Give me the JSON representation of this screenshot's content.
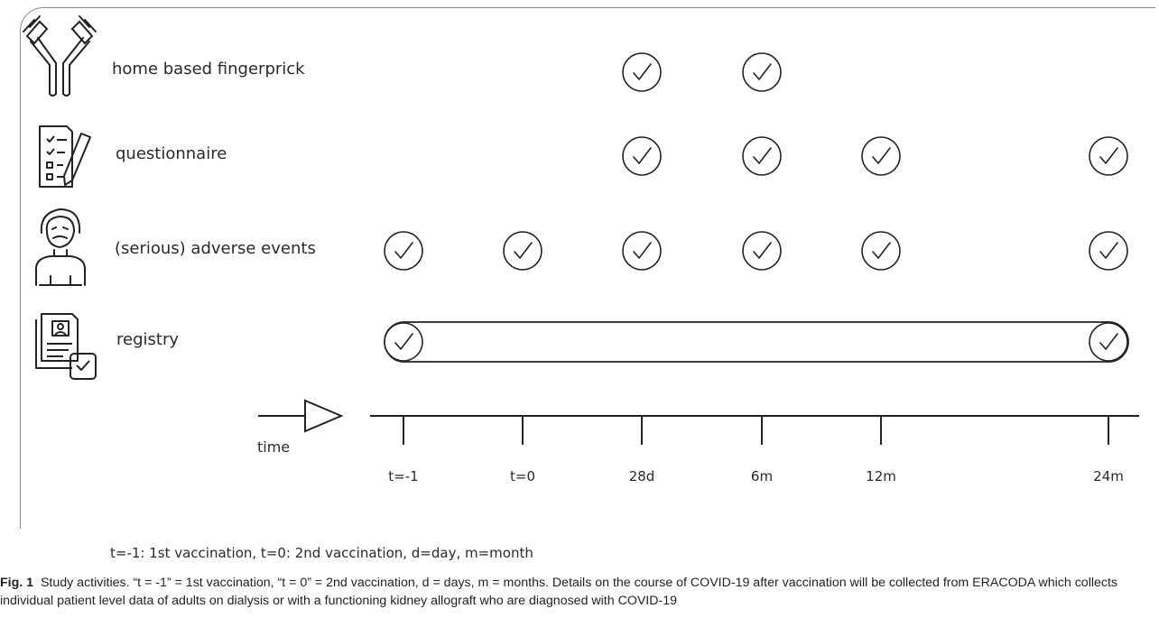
{
  "rows": [
    {
      "id": "fingerprick",
      "label": "home based fingerprick",
      "icon": "antibody-icon",
      "checks": [
        "28d",
        "6m"
      ]
    },
    {
      "id": "questionnaire",
      "label": "questionnaire",
      "icon": "questionnaire-icon",
      "checks": [
        "28d",
        "6m",
        "12m",
        "24m"
      ]
    },
    {
      "id": "adverse",
      "label": "(serious) adverse events",
      "icon": "sick-person-icon",
      "checks": [
        "t=-1",
        "t=0",
        "28d",
        "6m",
        "12m",
        "24m"
      ]
    },
    {
      "id": "registry",
      "label": "registry",
      "icon": "registry-document-icon",
      "checks": [
        "t=-1",
        "24m"
      ],
      "span": [
        "t=-1",
        "24m"
      ]
    }
  ],
  "timeline": {
    "label": "time",
    "ticks": [
      "t=-1",
      "t=0",
      "28d",
      "6m",
      "12m",
      "24m"
    ]
  },
  "legend": "t=-1: 1st vaccination, t=0: 2nd vaccination, d=day, m=month",
  "caption": {
    "prefix": "Fig. 1",
    "text": "Study activities. “t = -1” = 1st vaccination, “t = 0” = 2nd vaccination, d = days, m = months. Details on the course of COVID-19 after vaccination will be collected from ERACODA which collects individual patient level data of adults on dialysis or with a functioning kidney allograft who are diagnosed with COVID-19"
  }
}
